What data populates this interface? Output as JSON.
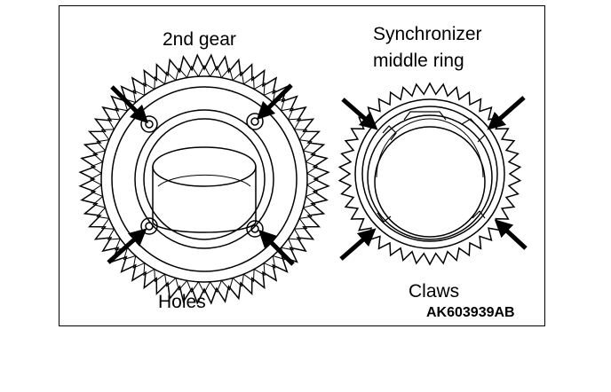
{
  "labels": {
    "gear": "2nd gear",
    "ring_line1": "Synchronizer",
    "ring_line2": "middle ring",
    "holes": "Holes",
    "claws": "Claws"
  },
  "figure_code": "AK603939AB"
}
